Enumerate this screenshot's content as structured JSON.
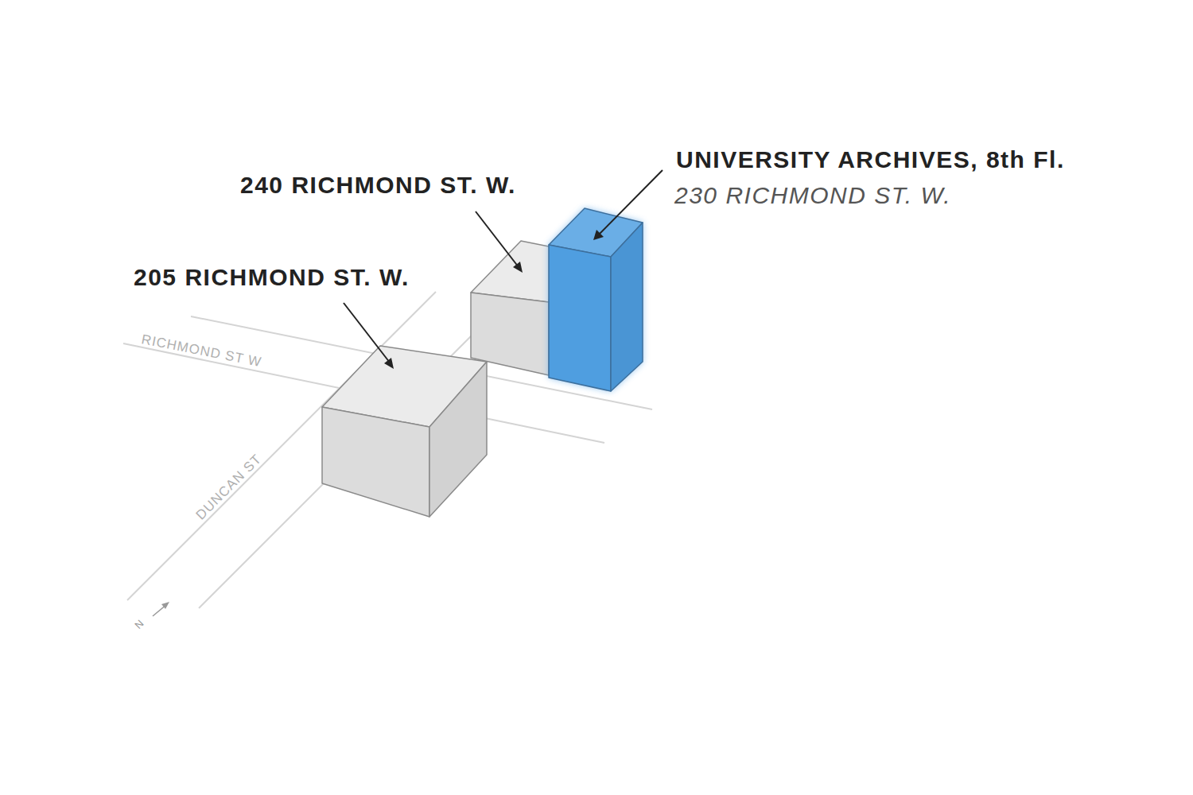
{
  "diagram": {
    "labels": [
      "240 RICHMOND ST. W.",
      "UNIVERSITY ARCHIVES, 8th Fl.",
      "230 RICHMOND ST. W.",
      "205 RICHMOND ST. W.",
      "RICHMOND ST W",
      "DUNCAN ST",
      "N"
    ]
  }
}
